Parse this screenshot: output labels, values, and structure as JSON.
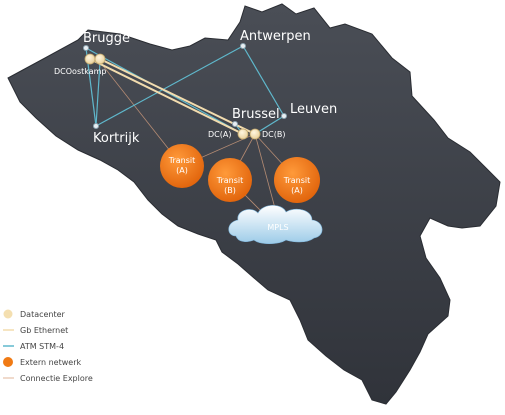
{
  "cities": {
    "brugge": "Brugge",
    "antwerpen": "Antwerpen",
    "brussel": "Brussel",
    "leuven": "Leuven",
    "kortrijk": "Kortrijk"
  },
  "datacenters": {
    "oostkamp": "DCOostkamp",
    "dc_a": "DC(A)",
    "dc_b": "DC(B)"
  },
  "transit_nodes": [
    {
      "line1": "Transit",
      "line2": "(A)"
    },
    {
      "line1": "Transit",
      "line2": "(B)"
    },
    {
      "line1": "Transit",
      "line2": "(A)"
    }
  ],
  "cloud_label": "MPLS",
  "legend": [
    {
      "label": "Datacenter",
      "symbol": "circle",
      "color": "#f4dfb0"
    },
    {
      "label": "Gb Ethernet",
      "symbol": "line",
      "color": "#f2dcae"
    },
    {
      "label": "ATM STM-4",
      "symbol": "line",
      "color": "#5fb8cc"
    },
    {
      "label": "Extern netwerk",
      "symbol": "circle",
      "color": "#f07a14"
    },
    {
      "label": "Connectie Explore",
      "symbol": "line",
      "color": "#e0b49a"
    }
  ],
  "colors": {
    "map_fill": "#3b3f46",
    "datacenter": "#f4dfb0",
    "gb_ethernet": "#f2dcae",
    "atm": "#5fb8cc",
    "extern": "#f07a14",
    "connectie": "#d9a98a",
    "cloud": "#d8ecf8"
  }
}
